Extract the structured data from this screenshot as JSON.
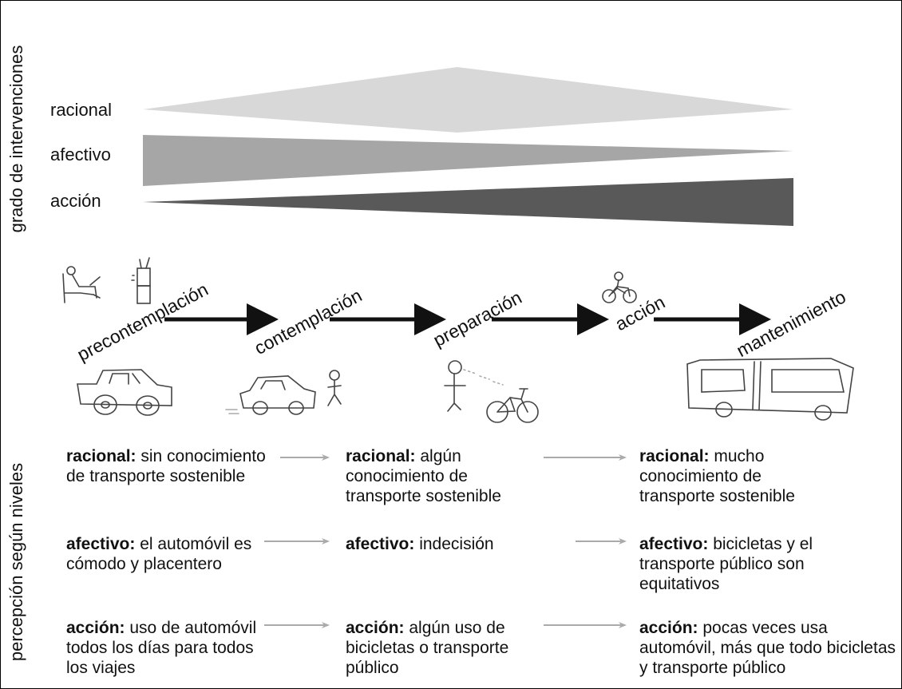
{
  "axis_top_label": "grado de intervenciones",
  "axis_bottom_label": "percepción según niveles",
  "bars": {
    "racional": "racional",
    "afectivo": "afectivo",
    "accion": "acción",
    "colors": {
      "racional": "#d8d8d8",
      "afectivo": "#a6a6a6",
      "accion": "#595959"
    }
  },
  "stages": [
    "precontemplación",
    "contemplación",
    "preparación",
    "acción",
    "mantenimiento"
  ],
  "levels": {
    "col1": {
      "racional_key": "racional:",
      "racional_text": "sin conocimiento de transporte sostenible",
      "afectivo_key": "afectivo:",
      "afectivo_text": "el automóvil es cómodo y placentero",
      "accion_key": "acción:",
      "accion_text": "uso de automóvil todos los días para todos los viajes"
    },
    "col2": {
      "racional_key": "racional:",
      "racional_text": "algún conocimiento de transporte sostenible",
      "afectivo_key": "afectivo:",
      "afectivo_text": "indecisión",
      "accion_key": "acción:",
      "accion_text": "algún uso de bicicletas o transporte público"
    },
    "col3": {
      "racional_key": "racional:",
      "racional_text": "mucho conocimiento de transporte sostenible",
      "afectivo_key": "afectivo:",
      "afectivo_text": "bicicletas y el transporte público son equitativos",
      "accion_key": "acción:",
      "accion_text": "pocas veces usa automóvil, más que todo bicicletas y transporte público"
    }
  }
}
